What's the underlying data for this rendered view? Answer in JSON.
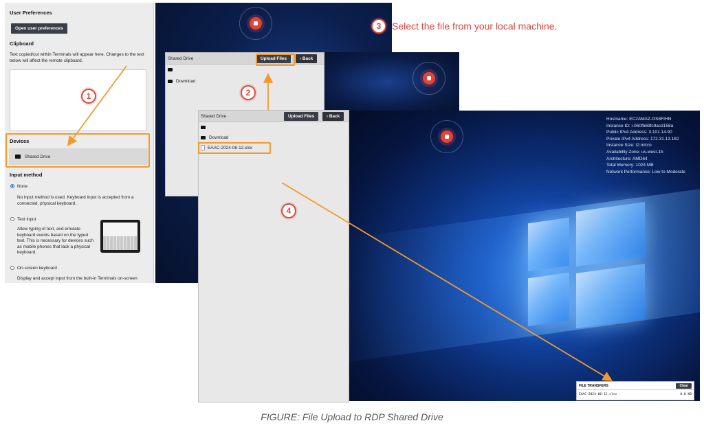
{
  "left_panel": {
    "user_preferences_heading": "User Preferences",
    "open_prefs_button": "Open user preferences",
    "clipboard_heading": "Clipboard",
    "clipboard_description": "Text copied/cut within Terminals will appear here. Changes to the text below will affect the remote clipboard.",
    "clipboard_value": "",
    "devices_heading": "Devices",
    "devices_item": "Shared Drive",
    "input_method_heading": "Input method",
    "options": [
      {
        "label": "None",
        "selected": true,
        "description": "No input method is used. Keyboard input is accepted from a connected, physical keyboard."
      },
      {
        "label": "Text input",
        "selected": false,
        "description": "Allow typing of text, and emulate keyboard events based on the typed text. This is necessary for devices such as mobile phones that lack a physical keyboard."
      },
      {
        "label": "On-screen keyboard",
        "selected": false,
        "description": "Display and accept input from the built-in Terminals on-screen"
      }
    ]
  },
  "drive_window_back": {
    "title": "Shared Drive",
    "upload_button": "Upload Files",
    "back_button": "Back",
    "folders": [
      "Download"
    ]
  },
  "drive_window_front": {
    "title": "Shared Drive",
    "upload_button": "Upload Files",
    "back_button": "Back",
    "folders": [
      "Download"
    ],
    "files": [
      "EAAC-2024-06-12.xlsx"
    ]
  },
  "system_info": [
    "Hostname: EC2AMAZ-GS8FIHN",
    "Instance ID: i-060fb69fc9acd158a",
    "Public IPv4 Address: 3.101.14.90",
    "Private IPv4 Address: 172.31.13.182",
    "Instance Size: t2.micro",
    "Availability Zone: us-west-1b",
    "Architecture: AMD64",
    "Total Memory: 1024 MB",
    "Network Performance: Low to Moderate"
  ],
  "file_transfers": {
    "title": "FILE TRANSFERS",
    "clear_button": "Clear",
    "items": [
      {
        "name": "EAAC-2024-06-12.xlsx",
        "size": "0.0 KB"
      }
    ]
  },
  "annotations": {
    "steps": [
      "1",
      "2",
      "3",
      "4"
    ],
    "step3_text": "Select the file from your local machine.",
    "accent_color": "#e0453a",
    "highlight_color": "#f39a2c"
  },
  "caption": "FIGURE: File Upload to RDP Shared Drive"
}
